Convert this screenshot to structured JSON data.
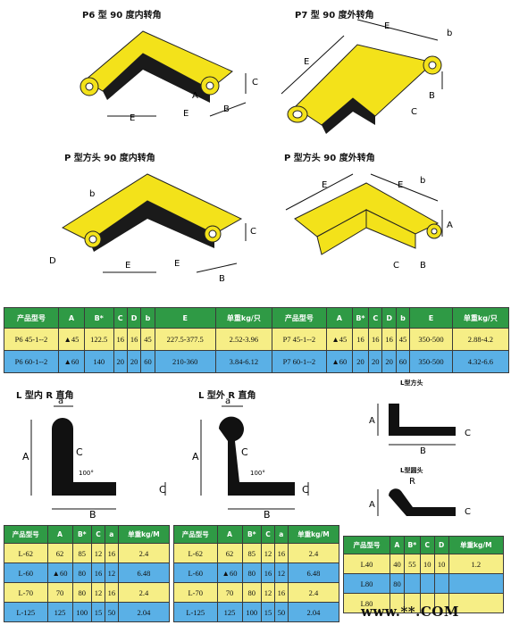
{
  "diagrams": {
    "p6_inner": "P6 型 90 度内转角",
    "p7_outer": "P7 型 90 度外转角",
    "p_square_inner": "P 型方头 90 度内转角",
    "p_square_outer": "P 型方头 90 度外转角",
    "l_inner": "L 型内 R 直角",
    "l_outer": "L 型外 R 直角",
    "l_square": "L型方头",
    "l_round": "L型圆头",
    "angle": "100°",
    "dim_letters": {
      "A": "A",
      "B": "B",
      "C": "C",
      "D": "D",
      "E": "E",
      "a": "a",
      "b": "b",
      "R": "R"
    }
  },
  "table_top": {
    "headers": [
      "产品型号",
      "A",
      "B*",
      "C",
      "D",
      "b",
      "E",
      "单重kg/只",
      "产品型号",
      "A",
      "B*",
      "C",
      "D",
      "b",
      "E",
      "单重kg/只"
    ],
    "rows": [
      [
        "P6 45-1--2",
        "▲45",
        "122.5",
        "16",
        "16",
        "45",
        "227.5-377.5",
        "2.52-3.96",
        "P7 45-1--2",
        "▲45",
        "16",
        "16",
        "16",
        "45",
        "350-500",
        "2.88-4.2"
      ],
      [
        "P6 60-1--2",
        "▲60",
        "140",
        "20",
        "20",
        "60",
        "210-360",
        "3.84-6.12",
        "P7 60-1--2",
        "▲60",
        "20",
        "20",
        "20",
        "60",
        "350-500",
        "4.32-6.6"
      ]
    ]
  },
  "table_l_inner": {
    "headers": [
      "产品型号",
      "A",
      "B*",
      "C",
      "a",
      "单重kg/M"
    ],
    "rows": [
      [
        "L-62",
        "62",
        "85",
        "12",
        "16",
        "2.4"
      ],
      [
        "L-60",
        "▲60",
        "80",
        "16",
        "12",
        "6.48"
      ],
      [
        "L-70",
        "70",
        "80",
        "12",
        "16",
        "2.4"
      ],
      [
        "L-125",
        "125",
        "100",
        "15",
        "50",
        "2.04"
      ]
    ]
  },
  "table_l_outer": {
    "headers": [
      "产品型号",
      "A",
      "B*",
      "C",
      "a",
      "单重kg/M"
    ],
    "rows": [
      [
        "L-62",
        "62",
        "85",
        "12",
        "16",
        "2.4"
      ],
      [
        "L-60",
        "▲60",
        "80",
        "16",
        "12",
        "6.48"
      ],
      [
        "L-70",
        "70",
        "80",
        "12",
        "16",
        "2.4"
      ],
      [
        "L-125",
        "125",
        "100",
        "15",
        "50",
        "2.04"
      ]
    ]
  },
  "table_l_head": {
    "headers": [
      "产品型号",
      "A",
      "B*",
      "C",
      "D",
      "单重kg/M"
    ],
    "rows": [
      [
        "L40",
        "40",
        "55",
        "10",
        "10",
        "1.2"
      ],
      [
        "L80",
        "80",
        "",
        "",
        "",
        ""
      ],
      [
        "L80",
        "",
        "",
        "",
        "",
        ""
      ]
    ]
  },
  "watermark": "www.**.COM",
  "colors": {
    "yellow": "#f3e21a",
    "dark": "#1a1a1a",
    "header_green": "#2f9a45",
    "row_yellow": "#f6ee86",
    "row_blue": "#5ab0e6"
  }
}
